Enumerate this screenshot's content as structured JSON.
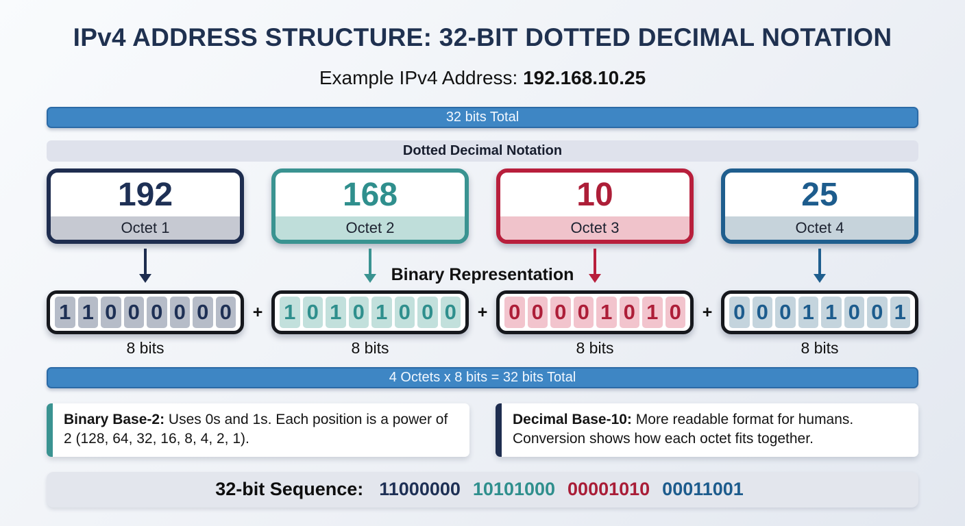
{
  "header": {
    "title": "IPv4 ADDRESS STRUCTURE: 32-BIT DOTTED DECIMAL NOTATION",
    "subtitle_label": "Example IPv4 Address: ",
    "subtitle_address": "192.168.10.25"
  },
  "bars": {
    "total_bits": "32 bits Total",
    "dotted_decimal": "Dotted Decimal Notation",
    "equation": "4 Octets x 8 bits = 32 bits Total"
  },
  "labels": {
    "binary_representation": "Binary Representation",
    "plus": "+",
    "bits_per_octet": "8 bits"
  },
  "octets": [
    {
      "decimal": "192",
      "label": "Octet 1",
      "binary": "11000000",
      "color": "#1e2d4f",
      "strip_color": "#c6c9d2",
      "cell_color": "#b6bcc8"
    },
    {
      "decimal": "168",
      "label": "Octet 2",
      "binary": "10101000",
      "color": "#3a9391",
      "strip_color": "#bfdeda",
      "cell_color": "#c2e0dc"
    },
    {
      "decimal": "10",
      "label": "Octet 3",
      "binary": "00001010",
      "color": "#b81f3c",
      "strip_color": "#f0c3cb",
      "cell_color": "#f2c4cd"
    },
    {
      "decimal": "25",
      "label": "Octet 4",
      "binary": "00011001",
      "color": "#1f5e8e",
      "strip_color": "#c6d3db",
      "cell_color": "#c4d4dd"
    }
  ],
  "info_boxes": [
    {
      "lead": "Binary Base-2:",
      "text": " Uses 0s and 1s. Each position is a power of 2 (128, 64, 32, 16, 8, 4, 2, 1).",
      "accent_color": "#3a9391"
    },
    {
      "lead": "Decimal Base-10:",
      "text": " More readable format for humans. Conversion shows how each octet fits together.",
      "accent_color": "#1e2d4f"
    }
  ],
  "sequence": {
    "label": "32-bit Sequence:",
    "segments": [
      {
        "text": "11000000",
        "color": "#1e3055"
      },
      {
        "text": "10101000",
        "color": "#2f8f8d"
      },
      {
        "text": "00001010",
        "color": "#a91d37"
      },
      {
        "text": "00011001",
        "color": "#1d5c8d"
      }
    ]
  }
}
